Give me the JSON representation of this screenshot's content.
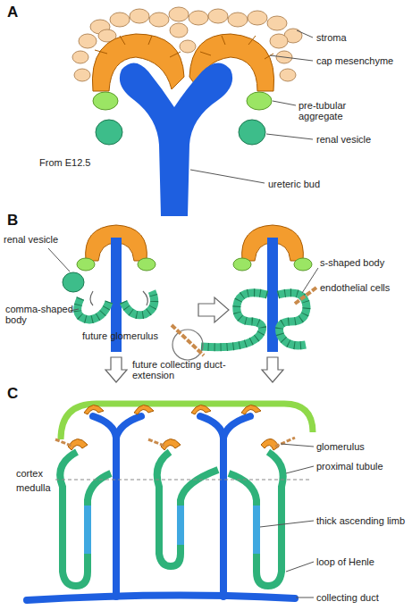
{
  "diagram": {
    "labels": [
      "A",
      "stroma",
      "cap mesenchyme",
      "pre-tubular aggregate",
      "renal vesicle",
      "From E12.5",
      "ureteric bud",
      "B",
      "renal vesicle",
      "comma-shaped body",
      "s-shaped body",
      "endothelial cells",
      "future glomerulus",
      "future collecting duct-extension",
      "C",
      "glomerulus",
      "proximal tubule",
      "cortex",
      "medulla",
      "thick ascending limb",
      "loop of Henle",
      "collecting duct"
    ]
  }
}
